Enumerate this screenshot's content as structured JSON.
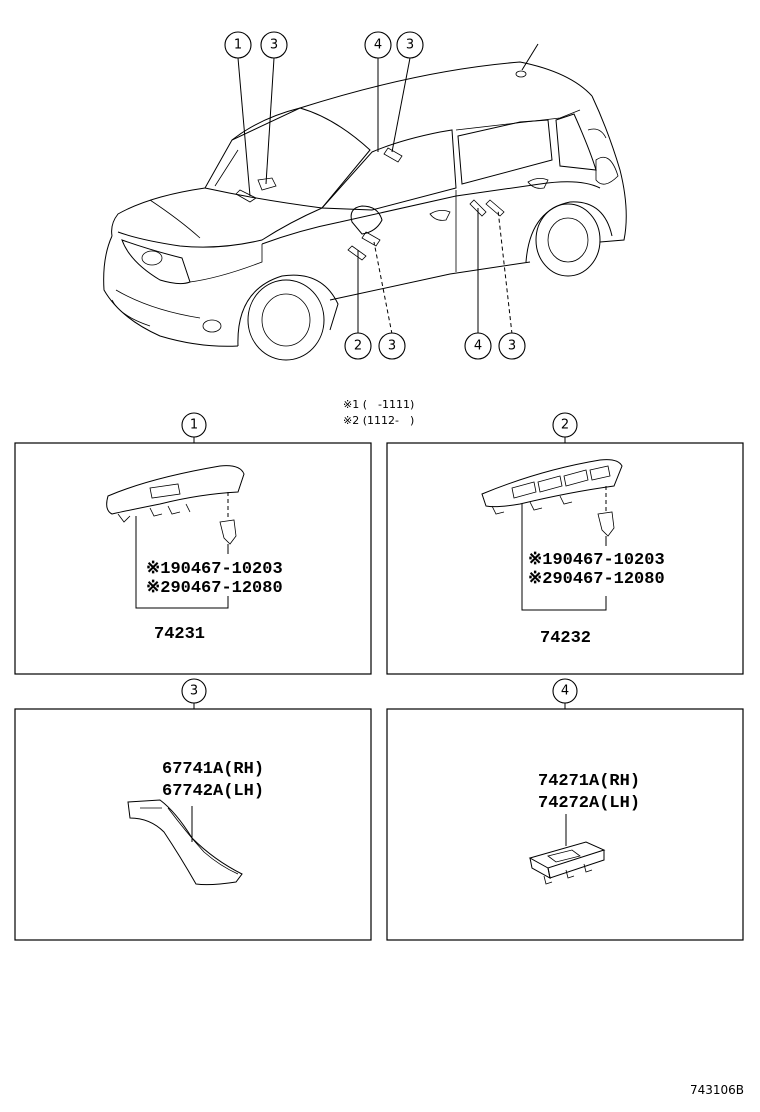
{
  "car_callouts": [
    {
      "id": "car-callout-1-top",
      "label": "1"
    },
    {
      "id": "car-callout-3-top-left",
      "label": "3"
    },
    {
      "id": "car-callout-4-top",
      "label": "4"
    },
    {
      "id": "car-callout-3-top-right",
      "label": "3"
    },
    {
      "id": "car-callout-2-bottom",
      "label": "2"
    },
    {
      "id": "car-callout-3-bottom-left",
      "label": "3"
    },
    {
      "id": "car-callout-4-bottom",
      "label": "4"
    },
    {
      "id": "car-callout-3-bottom-right",
      "label": "3"
    }
  ],
  "legend": {
    "line1": "※1 (　-1111)",
    "line2": "※2 (1112-　)"
  },
  "panels": {
    "p1": {
      "callout": "1",
      "clip_line1": "※190467-10203",
      "clip_line2": "※290467-12080",
      "part_number": "74231"
    },
    "p2": {
      "callout": "2",
      "clip_line1": "※190467-10203",
      "clip_line2": "※290467-12080",
      "part_number": "74232"
    },
    "p3": {
      "callout": "3",
      "part_line1": "67741A(RH)",
      "part_line2": "67742A(LH)"
    },
    "p4": {
      "callout": "4",
      "part_line1": "74271A(RH)",
      "part_line2": "74272A(LH)"
    }
  },
  "figure_code": "743106B"
}
